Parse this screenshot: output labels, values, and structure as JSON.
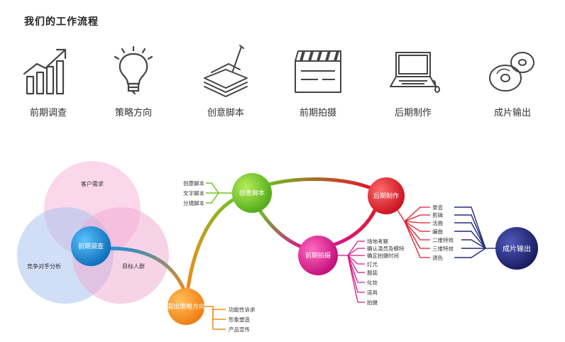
{
  "title": "我们的工作流程",
  "steps": [
    {
      "label": "前期调查",
      "icon": "growth-chart-icon"
    },
    {
      "label": "策略方向",
      "icon": "lightbulb-icon"
    },
    {
      "label": "创意脚本",
      "icon": "paper-stack-pen-icon"
    },
    {
      "label": "前期拍摄",
      "icon": "clapperboard-icon"
    },
    {
      "label": "后期制作",
      "icon": "laptop-icon"
    },
    {
      "label": "成片输出",
      "icon": "discs-icon"
    }
  ],
  "venn": {
    "top": "客户需求",
    "left": "竞争对手分析",
    "right": "目标人群",
    "center": "前期调查"
  },
  "nodes": {
    "strategy": "国出策略方向",
    "script": "创意脚本",
    "shoot": "前期拍摄",
    "post": "后期制作",
    "output": "成片输出"
  },
  "leaves": {
    "script": [
      "创意脚本",
      "文字脚本",
      "分镜脚本"
    ],
    "strategy": [
      "功能性诉求",
      "形象塑造",
      "产品宣传"
    ],
    "shoot": [
      "场地考察",
      "确认演员及模特",
      "确定拍摄时间",
      "灯光",
      "服装",
      "化妆",
      "道具",
      "拍摄"
    ],
    "post": [
      "录音",
      "剪辑",
      "活曲",
      "编曲",
      "二维特效",
      "三维特效",
      "调色"
    ]
  },
  "colors": {
    "strategy": "#f28a1c",
    "script": "#6cc422",
    "shoot": "#d8188a",
    "post": "#e0182a",
    "output": "#232a78",
    "venn_center": "#1b8fd8"
  }
}
